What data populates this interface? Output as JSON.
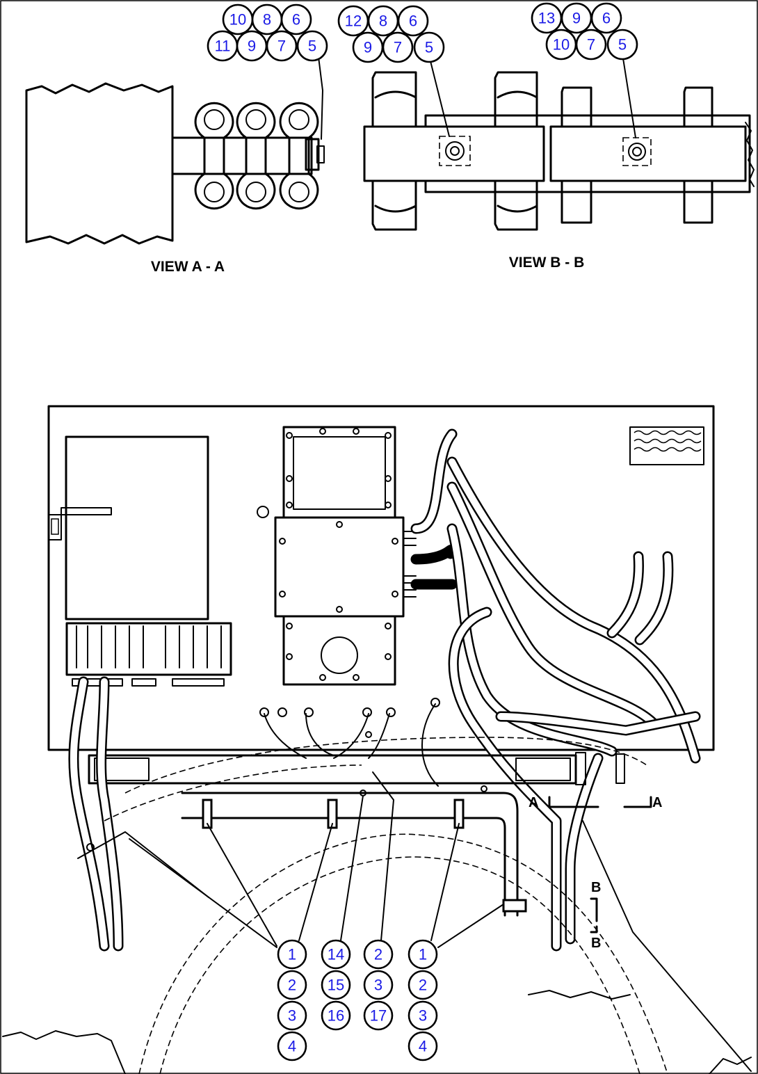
{
  "views": {
    "a_title": "VIEW A - A",
    "b_title": "VIEW B - B"
  },
  "section_marks": {
    "a_left": "A",
    "a_right": "A",
    "b_top": "B",
    "b_bottom": "B"
  },
  "callouts": {
    "view_a": [
      "10",
      "8",
      "6",
      "11",
      "9",
      "7",
      "5"
    ],
    "view_b_left": [
      "12",
      "8",
      "6",
      "9",
      "7",
      "5"
    ],
    "view_b_right": [
      "13",
      "9",
      "6",
      "10",
      "7",
      "5"
    ],
    "main_col1": [
      "1",
      "2",
      "3",
      "4"
    ],
    "main_col2": [
      "14",
      "15",
      "16"
    ],
    "main_col3": [
      "2",
      "3",
      "17"
    ],
    "main_col4": [
      "1",
      "2",
      "3",
      "4"
    ]
  },
  "colors": {
    "line": "#000000",
    "callout_text": "#1a1ae6",
    "background": "#ffffff"
  }
}
